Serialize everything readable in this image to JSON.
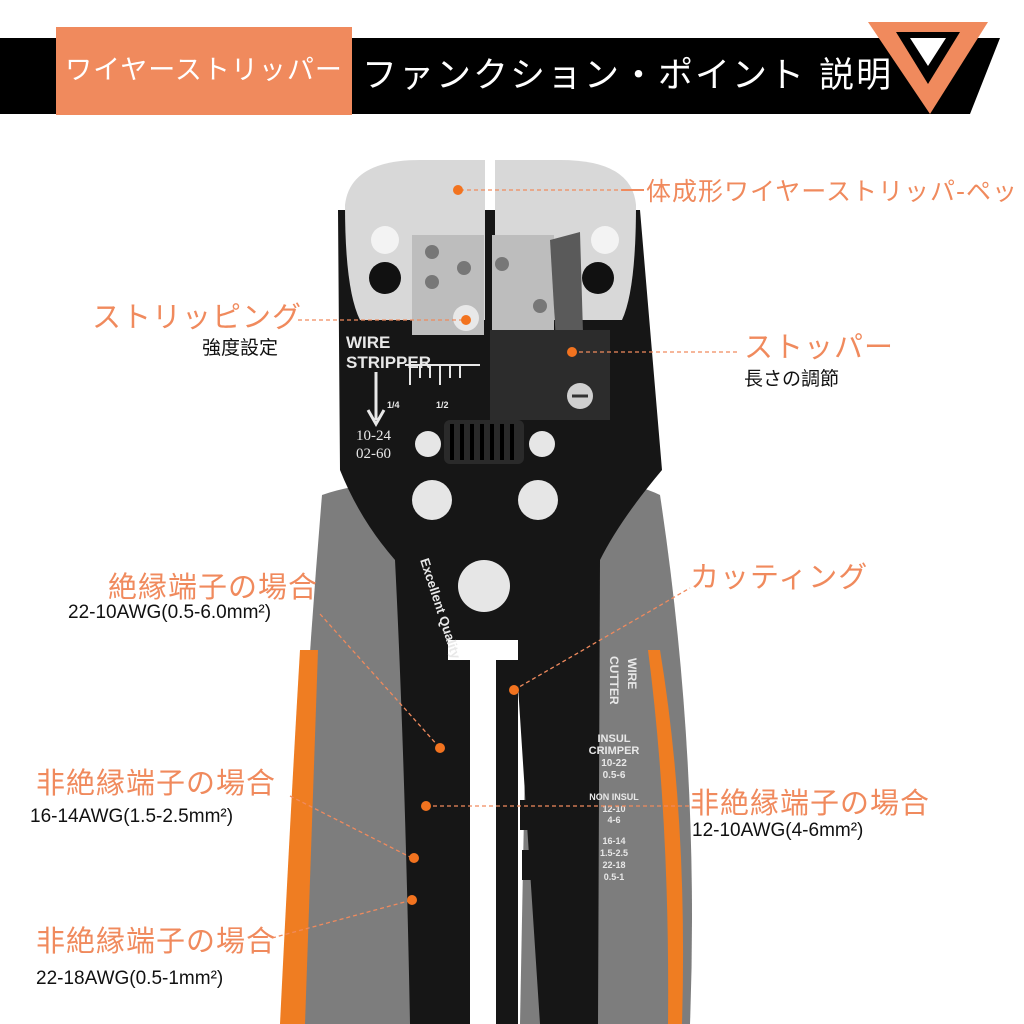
{
  "banner": {
    "tag": "ワイヤーストリッパー",
    "title": "ファンクション・ポイント 説明"
  },
  "colors": {
    "accent": "#f08a5d",
    "dot": "#f2731f",
    "banner": "#000000"
  },
  "callouts": {
    "pad": {
      "title": "一体成形ワイヤーストリッパ-ペッド"
    },
    "strip_strength": {
      "title": "ストリッピング",
      "sub": "強度設定"
    },
    "stopper": {
      "title": "ストッパー",
      "sub": "長さの調節"
    },
    "cutting": {
      "title": "カッティング"
    },
    "insulated": {
      "title": "絶縁端子の場合",
      "spec": "22-10AWG(0.5-6.0mm²)"
    },
    "non_insulated_1": {
      "title": "非絶縁端子の場合",
      "spec": "16-14AWG(1.5-2.5mm²)"
    },
    "non_insulated_2": {
      "title": "非絶縁端子の場合",
      "spec": "12-10AWG(4-6mm²)"
    },
    "non_insulated_3": {
      "title": "非絶縁端子の場合",
      "spec": "22-18AWG(0.5-1mm²)"
    }
  },
  "engraving": {
    "wire_line1": "WIRE",
    "wire_line2": "STRIPPER",
    "gauge1": "10-24",
    "gauge2": "02-60",
    "frac1": "1/4",
    "frac2": "1/2",
    "quality": "Excellent Quality",
    "cutter1": "WIRE",
    "cutter2": "CUTTER",
    "insul1": "INSUL",
    "insul2": "CRIMPER",
    "insul3": "10-22",
    "insul4": "0.5-6",
    "non1": "NON INSUL",
    "non2": "12-10",
    "non3": "4-6",
    "g1": "16-14",
    "g2": "1.5-2.5",
    "g3": "22-18",
    "g4": "0.5-1"
  }
}
